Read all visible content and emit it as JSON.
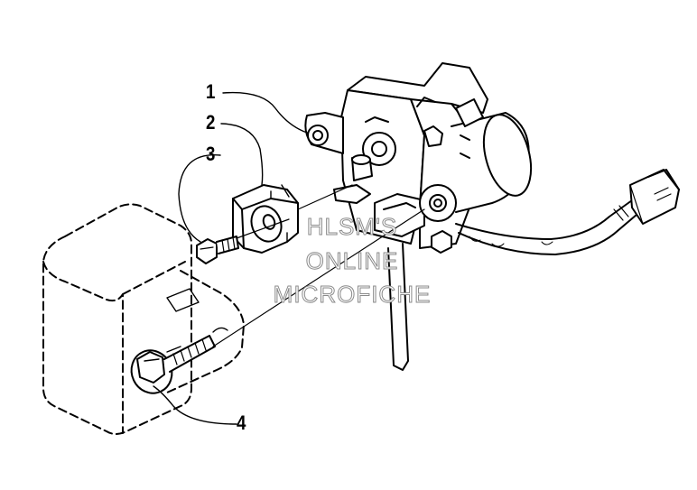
{
  "callouts": [
    "1",
    "2",
    "3",
    "4"
  ],
  "watermark": {
    "line1": "HLSM'S",
    "line2": "ONLINE",
    "line3": "MICROFICHE"
  }
}
